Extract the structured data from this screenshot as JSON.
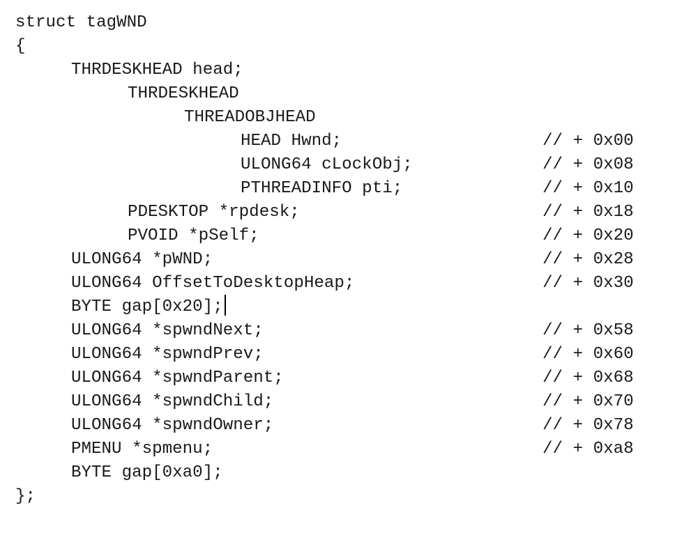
{
  "document": {
    "lines": [
      {
        "indent": 0,
        "text": "struct tagWND",
        "comment": ""
      },
      {
        "indent": 0,
        "text": "{",
        "comment": ""
      },
      {
        "indent": 1,
        "text": "THRDESKHEAD head;",
        "comment": ""
      },
      {
        "indent": 2,
        "text": "THRDESKHEAD",
        "comment": ""
      },
      {
        "indent": 3,
        "text": "THREADOBJHEAD",
        "comment": ""
      },
      {
        "indent": 4,
        "text": "HEAD Hwnd;",
        "comment": "// + 0x00"
      },
      {
        "indent": 4,
        "text": "ULONG64 cLockObj;",
        "comment": "// + 0x08"
      },
      {
        "indent": 4,
        "text": "PTHREADINFO pti;",
        "comment": "// + 0x10"
      },
      {
        "indent": 2,
        "text": "PDESKTOP *rpdesk;",
        "comment": "// + 0x18"
      },
      {
        "indent": 2,
        "text": "PVOID *pSelf;",
        "comment": "// + 0x20"
      },
      {
        "indent": 1,
        "text": "ULONG64 *pWND;",
        "comment": "// + 0x28"
      },
      {
        "indent": 1,
        "text": "ULONG64 OffsetToDesktopHeap;",
        "comment": "// + 0x30"
      },
      {
        "indent": 1,
        "text": "BYTE gap[0x20];",
        "comment": "",
        "caret": true
      },
      {
        "indent": 1,
        "text": "ULONG64 *spwndNext;",
        "comment": "// + 0x58"
      },
      {
        "indent": 1,
        "text": "ULONG64 *spwndPrev;",
        "comment": "// + 0x60"
      },
      {
        "indent": 1,
        "text": "ULONG64 *spwndParent;",
        "comment": "// + 0x68"
      },
      {
        "indent": 1,
        "text": "ULONG64 *spwndChild;",
        "comment": "// + 0x70"
      },
      {
        "indent": 1,
        "text": "ULONG64 *spwndOwner;",
        "comment": "// + 0x78"
      },
      {
        "indent": 1,
        "text": "PMENU *spmenu;",
        "comment": "// + 0xa8"
      },
      {
        "indent": 1,
        "text": "BYTE gap[0xa0];",
        "comment": ""
      },
      {
        "indent": 0,
        "text": "};",
        "comment": ""
      }
    ]
  }
}
